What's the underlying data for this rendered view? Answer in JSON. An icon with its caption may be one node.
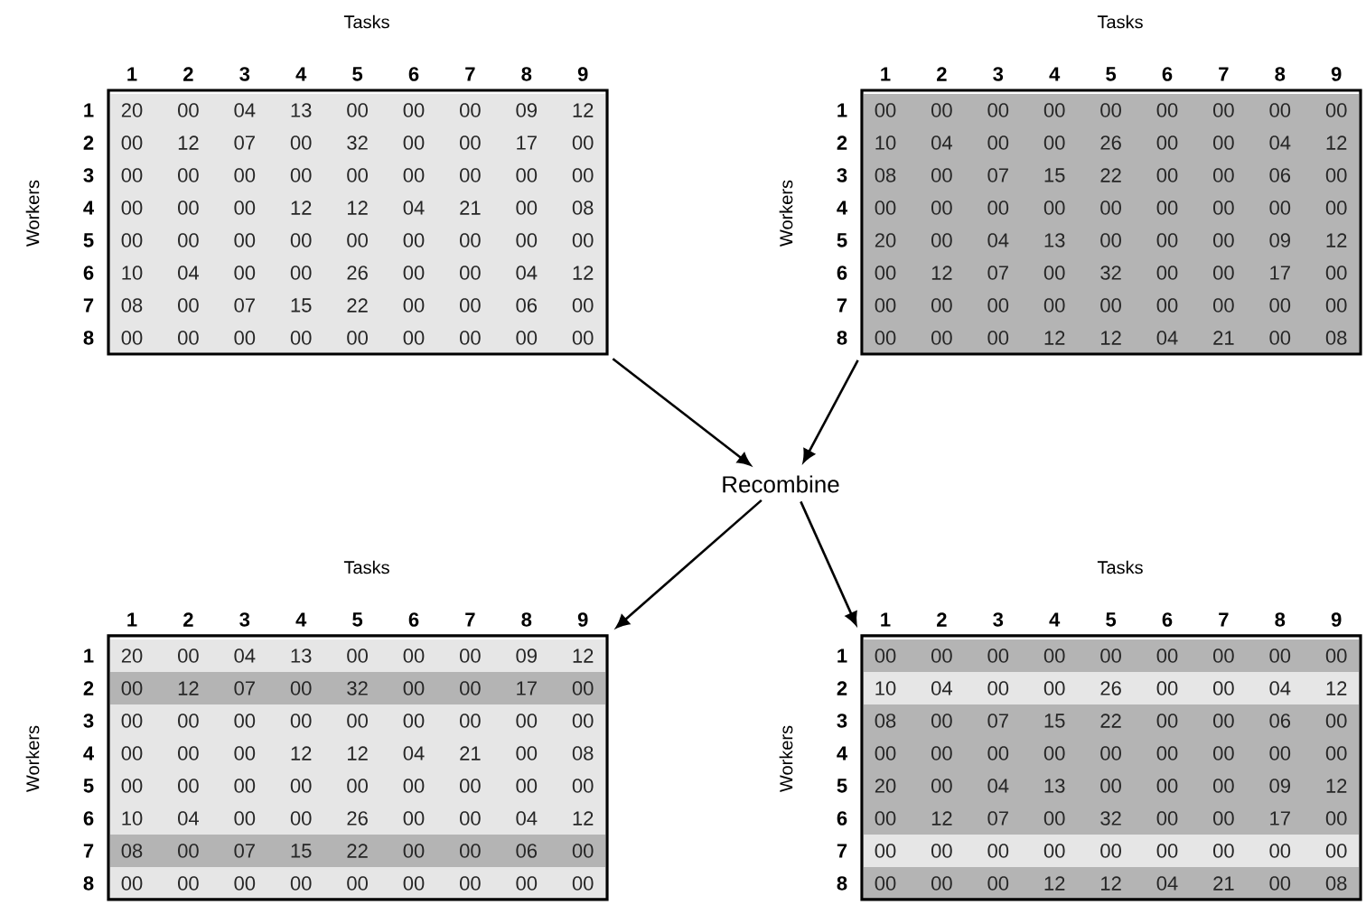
{
  "diagram": {
    "nodes": [
      {
        "text": [
          "20",
          "00",
          "04",
          "13",
          "00",
          "00",
          "00",
          "09",
          "12",
          "00",
          "12",
          "07",
          "00",
          "32",
          "00",
          "00",
          "17",
          "00",
          "00",
          "00",
          "00",
          "00",
          "00",
          "00",
          "00",
          "00",
          "00",
          "00",
          "00",
          "00",
          "12",
          "12",
          "04",
          "21",
          "00",
          "08",
          "00",
          "00",
          "00",
          "00",
          "00",
          "00",
          "00",
          "00",
          "00",
          "10",
          "04",
          "00",
          "00",
          "26",
          "00",
          "00",
          "04",
          "12",
          "08",
          "00",
          "07",
          "15",
          "22",
          "00",
          "00",
          "06",
          "00",
          "00",
          "00",
          "00",
          "00",
          "00",
          "00",
          "00",
          "00",
          "00"
        ]
      },
      {
        "text": [
          "00",
          "00",
          "00",
          "00",
          "00",
          "00",
          "00",
          "00",
          "00",
          "10",
          "04",
          "00",
          "00",
          "26",
          "00",
          "00",
          "04",
          "12",
          "08",
          "00",
          "07",
          "15",
          "22",
          "00",
          "00",
          "06",
          "00",
          "00",
          "00",
          "00",
          "00",
          "00",
          "00",
          "00",
          "00",
          "00",
          "20",
          "00",
          "04",
          "13",
          "00",
          "00",
          "00",
          "09",
          "12",
          "00",
          "12",
          "07",
          "00",
          "32",
          "00",
          "00",
          "17",
          "00",
          "00",
          "00",
          "00",
          "00",
          "00",
          "00",
          "00",
          "00",
          "00",
          "00",
          "00",
          "00",
          "12",
          "12",
          "04",
          "21",
          "00",
          "08"
        ]
      },
      {
        "text": [
          "20",
          "00",
          "04",
          "13",
          "00",
          "00",
          "00",
          "09",
          "12",
          "00",
          "12",
          "07",
          "00",
          "32",
          "00",
          "00",
          "17",
          "00",
          "00",
          "00",
          "00",
          "00",
          "00",
          "00",
          "00",
          "00",
          "00",
          "00",
          "00",
          "00",
          "12",
          "12",
          "04",
          "21",
          "00",
          "08",
          "00",
          "00",
          "00",
          "00",
          "00",
          "00",
          "00",
          "00",
          "00",
          "10",
          "04",
          "00",
          "00",
          "26",
          "00",
          "00",
          "04",
          "12",
          "08",
          "00",
          "07",
          "15",
          "22",
          "00",
          "00",
          "06",
          "00",
          "00",
          "00",
          "00",
          "00",
          "00",
          "00",
          "00",
          "00",
          "00"
        ]
      },
      {
        "text": [
          "00",
          "00",
          "00",
          "00",
          "00",
          "00",
          "00",
          "00",
          "00",
          "10",
          "04",
          "00",
          "00",
          "26",
          "00",
          "00",
          "04",
          "12",
          "08",
          "00",
          "07",
          "15",
          "22",
          "00",
          "00",
          "06",
          "00",
          "00",
          "00",
          "00",
          "00",
          "00",
          "00",
          "00",
          "00",
          "00",
          "20",
          "00",
          "04",
          "13",
          "00",
          "00",
          "00",
          "09",
          "12",
          "00",
          "12",
          "07",
          "00",
          "32",
          "00",
          "00",
          "17",
          "00",
          "00",
          "00",
          "00",
          "00",
          "00",
          "00",
          "00",
          "00",
          "00",
          "00",
          "00",
          "00",
          "12",
          "12",
          "04",
          "21",
          "00",
          "08"
        ]
      },
      {
        "text": [
          "Recombine"
        ]
      }
    ],
    "edges": [
      {
        "from": 0,
        "to": 4,
        "arrow": "to"
      },
      {
        "from": 1,
        "to": 4,
        "arrow": "to"
      },
      {
        "from": 4,
        "to": 2,
        "arrow": "to"
      },
      {
        "from": 4,
        "to": 3,
        "arrow": "to"
      }
    ],
    "labels": [
      "Tasks",
      "1",
      "2",
      "3",
      "4",
      "5",
      "6",
      "7",
      "8",
      "9",
      "Workers",
      "1",
      "2",
      "3",
      "4",
      "5",
      "6",
      "7",
      "8",
      "Tasks",
      "1",
      "2",
      "3",
      "4",
      "5",
      "6",
      "7",
      "8",
      "9",
      "Workers",
      "1",
      "2",
      "3",
      "4",
      "5",
      "6",
      "7",
      "8",
      "Tasks",
      "1",
      "2",
      "3",
      "4",
      "5",
      "6",
      "7",
      "8",
      "9",
      "Workers",
      "1",
      "2",
      "3",
      "4",
      "5",
      "6",
      "7",
      "8",
      "Tasks",
      "1",
      "2",
      "3",
      "4",
      "5",
      "6",
      "7",
      "8",
      "9",
      "Workers",
      "1",
      "2",
      "3",
      "4",
      "5",
      "6",
      "7",
      "8"
    ]
  }
}
